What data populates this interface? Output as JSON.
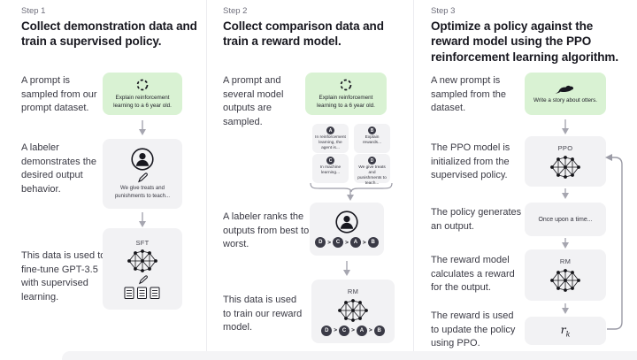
{
  "colors": {
    "prompt_box_bg": "#d9f2d3",
    "model_box_bg": "#f2f2f4",
    "rank_circle_bg": "#3a3a46",
    "heading_text": "#17171f",
    "body_text": "#3a3a44",
    "muted_text": "#6f6f7c",
    "arrow": "#a6a6b0"
  },
  "icons": {
    "prompt_sample": "refresh-cycle-icon",
    "otter": "otter-icon",
    "labeler": "person-icon",
    "pen": "pen-icon",
    "model": "neural-network-icon",
    "documents": "documents-icon"
  },
  "steps": [
    {
      "step_label": "Step 1",
      "title": "Collect demonstration data and train a supervised policy.",
      "captions": [
        "A prompt is sampled from our prompt dataset.",
        "A labeler demonstrates the desired output behavior.",
        "This data is used to fine-tune GPT-3.5 with supervised learning."
      ],
      "prompt_box": {
        "text": "Explain reinforcement learning to a 6 year old."
      },
      "labeler_box": {
        "text": "We give treats and punishments to teach..."
      },
      "sft_box": {
        "label": "SFT"
      }
    },
    {
      "step_label": "Step 2",
      "title": "Collect comparison data and train a reward model.",
      "captions": [
        "A prompt and several model outputs are sampled.",
        "A labeler ranks the outputs from best to worst.",
        "This data is used to train our reward model."
      ],
      "prompt_box": {
        "text": "Explain reinforcement learning to a 6 year old."
      },
      "outputs": [
        {
          "letter": "A",
          "text": "In reinforcement learning, the agent is..."
        },
        {
          "letter": "B",
          "text": "Explain rewards..."
        },
        {
          "letter": "C",
          "text": "In machine learning..."
        },
        {
          "letter": "D",
          "text": "We give treats and punishments to teach..."
        }
      ],
      "ranking": {
        "letters": [
          "D",
          "C",
          "A",
          "B"
        ],
        "separator": ">"
      },
      "rm_box": {
        "label": "RM"
      }
    },
    {
      "step_label": "Step 3",
      "title": "Optimize a policy against the reward model using the PPO reinforcement learning algorithm.",
      "captions": [
        "A new prompt is sampled from the dataset.",
        "The PPO model is initialized from the supervised policy.",
        "The policy generates an output.",
        "The reward model calculates a reward for the output.",
        "The reward is used to update the policy using PPO."
      ],
      "prompt_box": {
        "text": "Write a story about otters."
      },
      "ppo_box": {
        "label": "PPO"
      },
      "output_box": {
        "text": "Once upon a time..."
      },
      "rm_box": {
        "label": "RM"
      },
      "reward_box": {
        "base": "r",
        "sub": "k"
      }
    }
  ]
}
